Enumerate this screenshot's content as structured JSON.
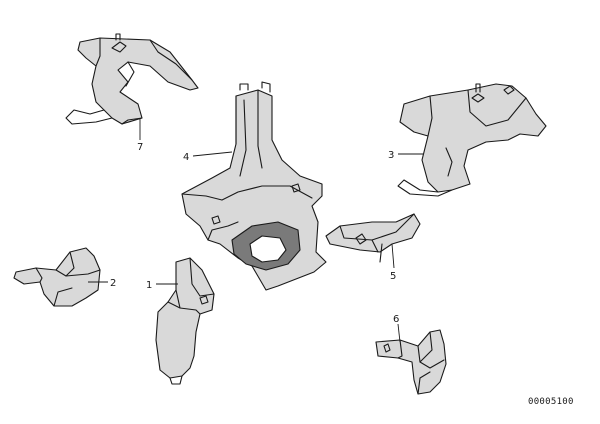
{
  "callouts": {
    "part_1": "1",
    "part_2": "2",
    "part_3": "3",
    "part_4": "4",
    "part_5": "5",
    "part_6": "6",
    "part_7": "7"
  },
  "document_number": "00005100",
  "colors": {
    "line": "#1a1a1a",
    "shade": "#d9d9d9",
    "background": "#ffffff"
  }
}
